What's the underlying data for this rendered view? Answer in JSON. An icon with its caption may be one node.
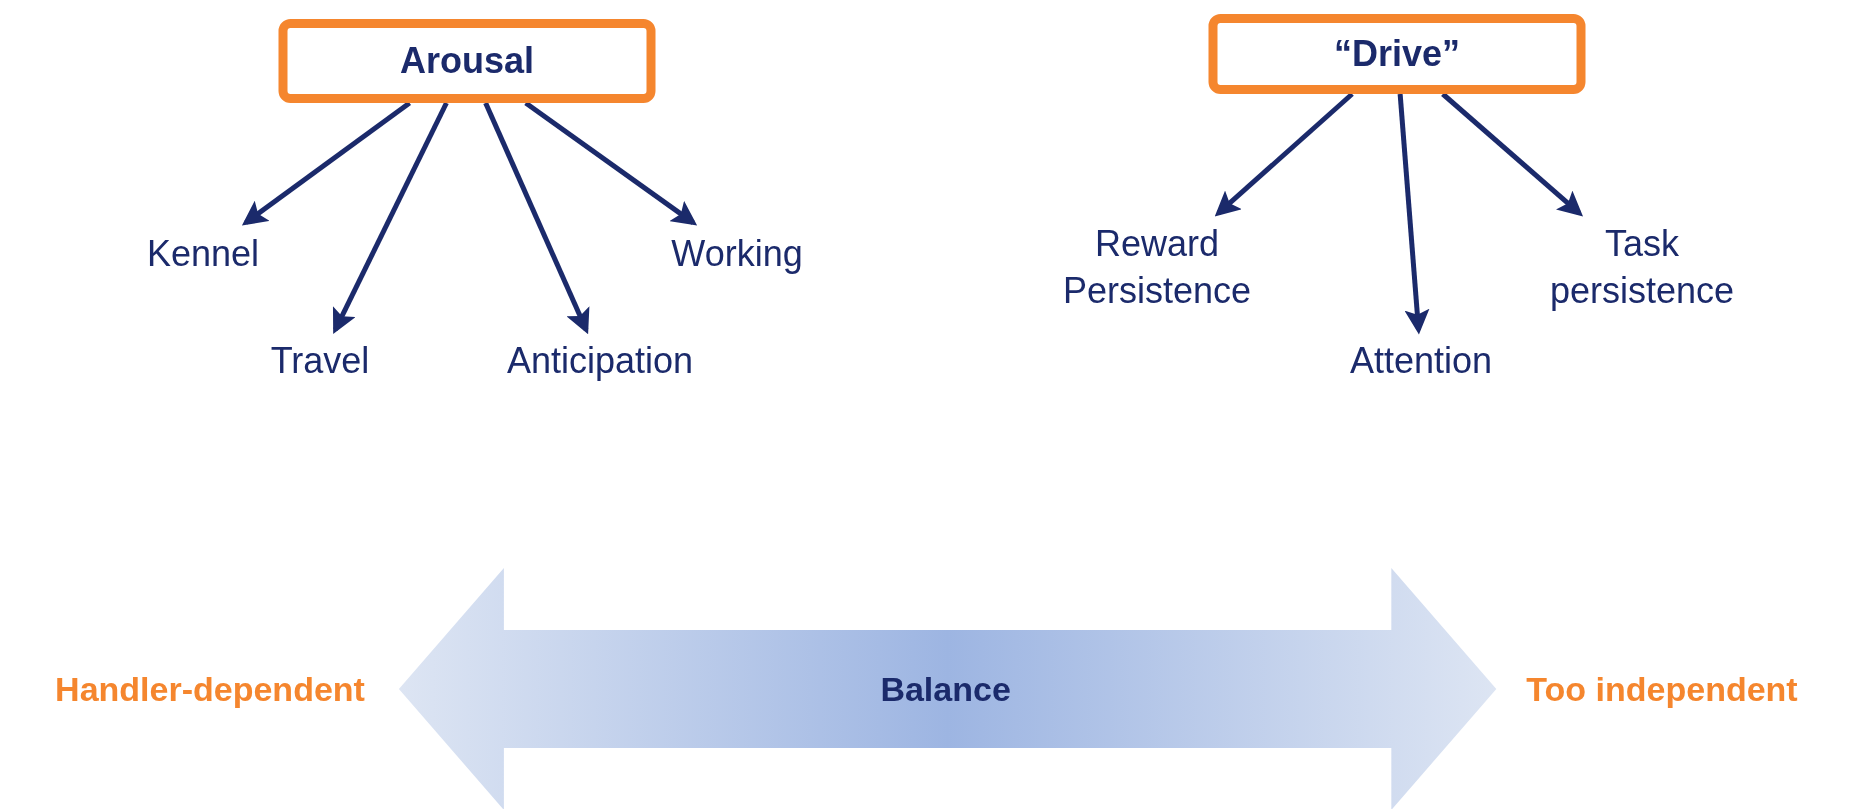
{
  "diagram": {
    "nodes": [
      {
        "text": [
          "Arousal"
        ]
      },
      {
        "text": [
          "Kennel"
        ]
      },
      {
        "text": [
          "Travel"
        ]
      },
      {
        "text": [
          "Anticipation"
        ]
      },
      {
        "text": [
          "Working"
        ]
      },
      {
        "text": [
          "“Drive”"
        ]
      },
      {
        "text": [
          "Reward Persistence"
        ]
      },
      {
        "text": [
          "Attention"
        ]
      },
      {
        "text": [
          "Task persistence"
        ]
      },
      {
        "text": [
          "Handler-dependent"
        ]
      },
      {
        "text": [
          "Too independent"
        ]
      }
    ],
    "edges": [
      {
        "from": 0,
        "to": 1,
        "arrow": "to"
      },
      {
        "from": 0,
        "to": 2,
        "arrow": "to"
      },
      {
        "from": 0,
        "to": 3,
        "arrow": "to"
      },
      {
        "from": 0,
        "to": 4,
        "arrow": "to"
      },
      {
        "from": 5,
        "to": 6,
        "arrow": "to"
      },
      {
        "from": 5,
        "to": 7,
        "arrow": "to"
      },
      {
        "from": 5,
        "to": 8,
        "arrow": "to"
      },
      {
        "from": 9,
        "to": 10,
        "arrow": "both",
        "label": "Balance",
        "style": "thick"
      }
    ]
  }
}
